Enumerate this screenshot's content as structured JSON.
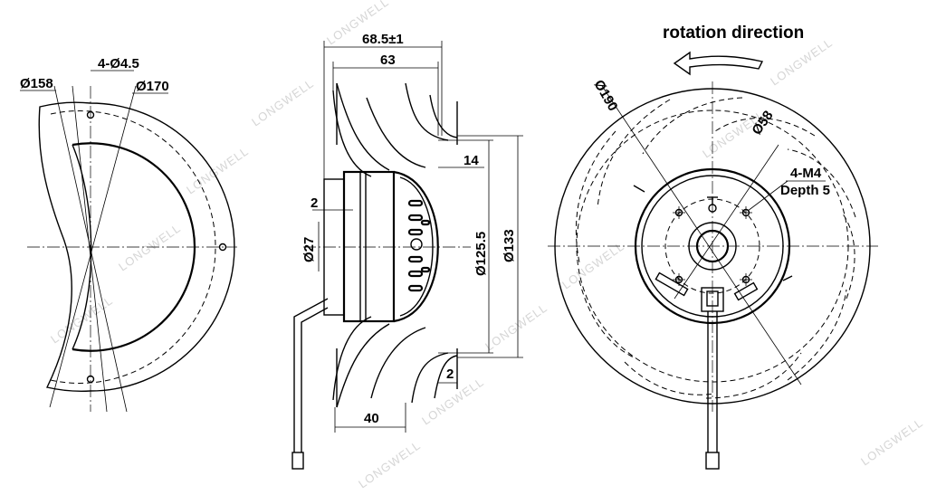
{
  "watermark": "LONGWELL",
  "left_view": {
    "dims": {
      "d158": "Ø158",
      "holes": "4-Ø4.5",
      "d170": "Ø170"
    }
  },
  "side_view": {
    "dims": {
      "overall": "68.5±1",
      "width63": "63",
      "d14": "14",
      "d2_top": "2",
      "d27": "Ø27",
      "d125": "Ø125.5",
      "d133": "Ø133",
      "d2_bottom": "2",
      "d40": "40"
    }
  },
  "front_view": {
    "title": "rotation direction",
    "dims": {
      "d190": "Ø190",
      "d58": "Ø58",
      "thread": "4-M4",
      "depth": "Depth 5"
    }
  }
}
